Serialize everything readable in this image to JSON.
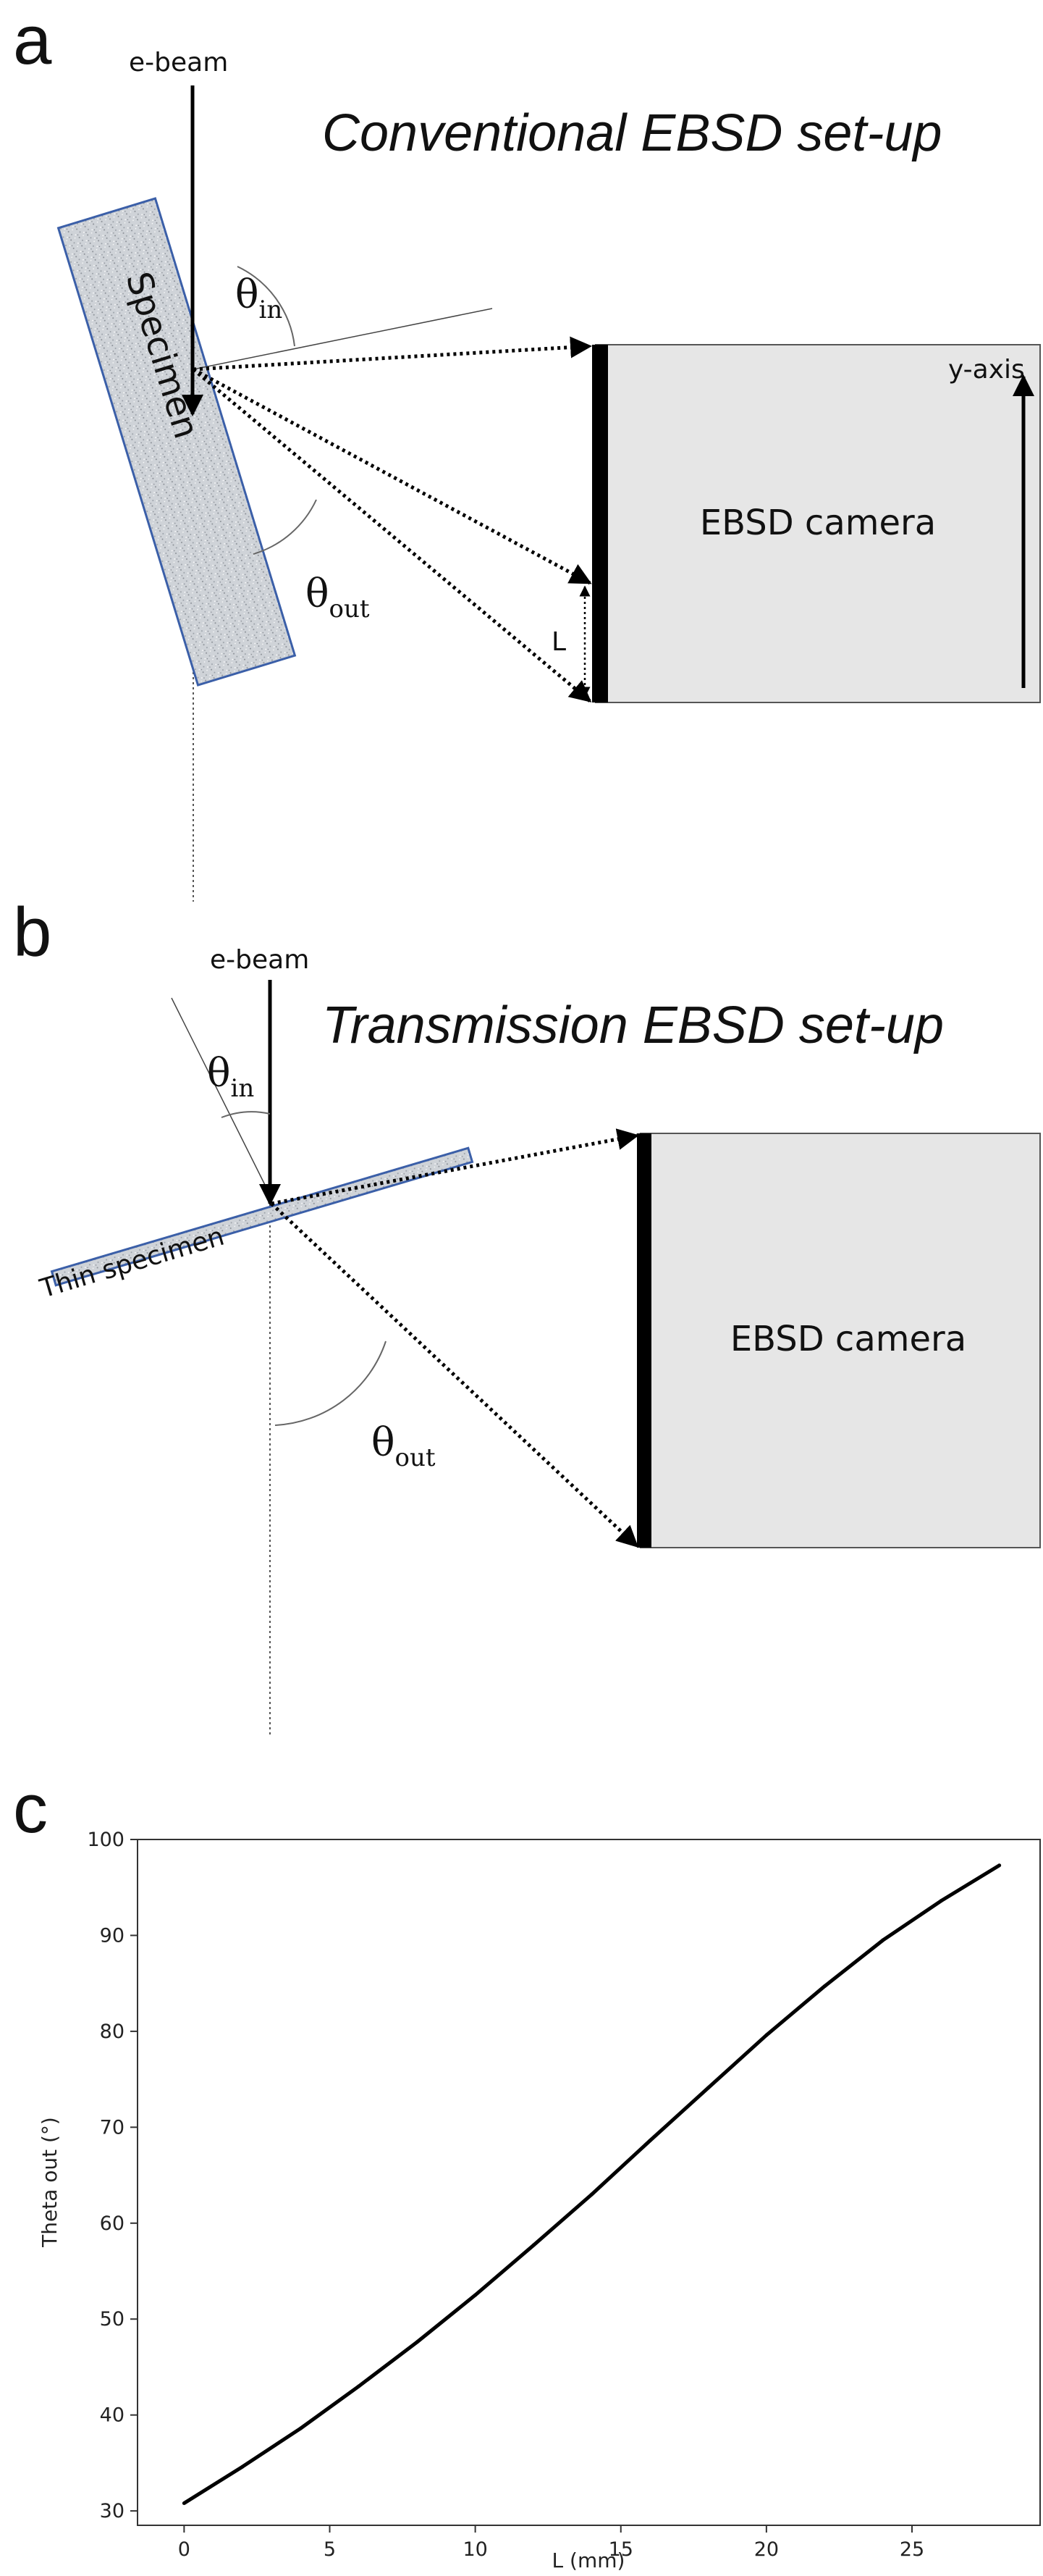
{
  "panel_a": {
    "letter": "a",
    "title": "Conventional EBSD set-up",
    "beam_label": "e-beam",
    "specimen_label": "Specimen",
    "theta_in_main": "θ",
    "theta_in_sub": "in",
    "theta_out_main": "θ",
    "theta_out_sub": "out",
    "L_label": "L",
    "camera_label": "EBSD camera",
    "axis_label": "y-axis"
  },
  "panel_b": {
    "letter": "b",
    "title": "Transmission EBSD set-up",
    "beam_label": "e-beam",
    "specimen_label": "Thin specimen",
    "theta_in_main": "θ",
    "theta_in_sub": "in",
    "theta_out_main": "θ",
    "theta_out_sub": "out",
    "camera_label": "EBSD camera"
  },
  "panel_c": {
    "letter": "c"
  },
  "colors": {
    "camera_fill": "#e6e6e6",
    "specimen_fill": "#cfd3d8",
    "specimen_border": "#3b5fa8",
    "line": "#000000"
  },
  "chart_data": {
    "type": "line",
    "xlabel": "L (mm)",
    "ylabel": "Theta out (°)",
    "xlim": [
      -1.6,
      29.4
    ],
    "ylim": [
      28.5,
      100
    ],
    "xticks": [
      0,
      5,
      10,
      15,
      20,
      25
    ],
    "yticks": [
      30,
      40,
      50,
      60,
      70,
      80,
      90,
      100
    ],
    "grid": false,
    "series": [
      {
        "x": [
          0,
          2,
          4,
          6,
          8,
          10,
          12,
          14,
          16,
          18,
          20,
          22,
          24,
          26,
          28
        ],
        "y": [
          30.8,
          34.6,
          38.6,
          43.0,
          47.6,
          52.5,
          57.7,
          63.0,
          68.6,
          74.1,
          79.6,
          84.7,
          89.5,
          93.6,
          97.3
        ]
      }
    ]
  }
}
